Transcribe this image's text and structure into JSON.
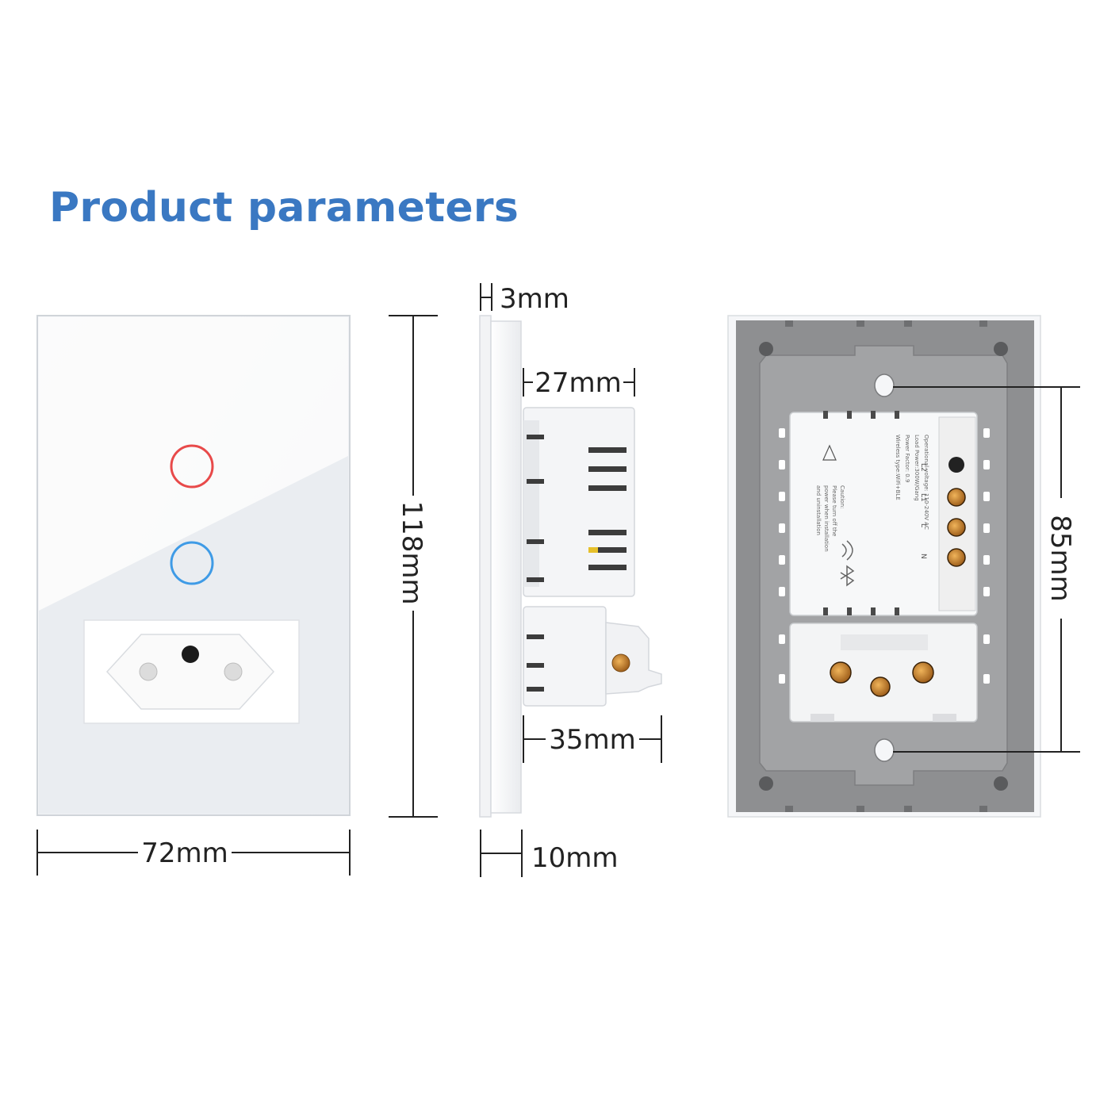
{
  "title": "Product parameters",
  "dimensions": {
    "width": "72mm",
    "height": "118mm",
    "glass_thickness": "3mm",
    "depth_switch_module": "27mm",
    "depth_socket_module": "35mm",
    "frame_depth": "10mm",
    "mounting_hole_spacing": "85mm"
  },
  "front_panel": {
    "button_top_color": "#e84a4a",
    "button_bottom_color": "#3f9be6"
  },
  "rear_module": {
    "spec_lines": [
      "Operational voltage: 110-240V AC",
      "Load Power:300W/Gang",
      "Power Factor: 0.9",
      "Wireless type:WiFi+BLE"
    ],
    "caution_lines": [
      "Caution:",
      "Please turn off the",
      "power when installation",
      "and uninstallation"
    ],
    "terminal_labels": [
      "L2",
      "L1",
      "L",
      "N"
    ]
  }
}
